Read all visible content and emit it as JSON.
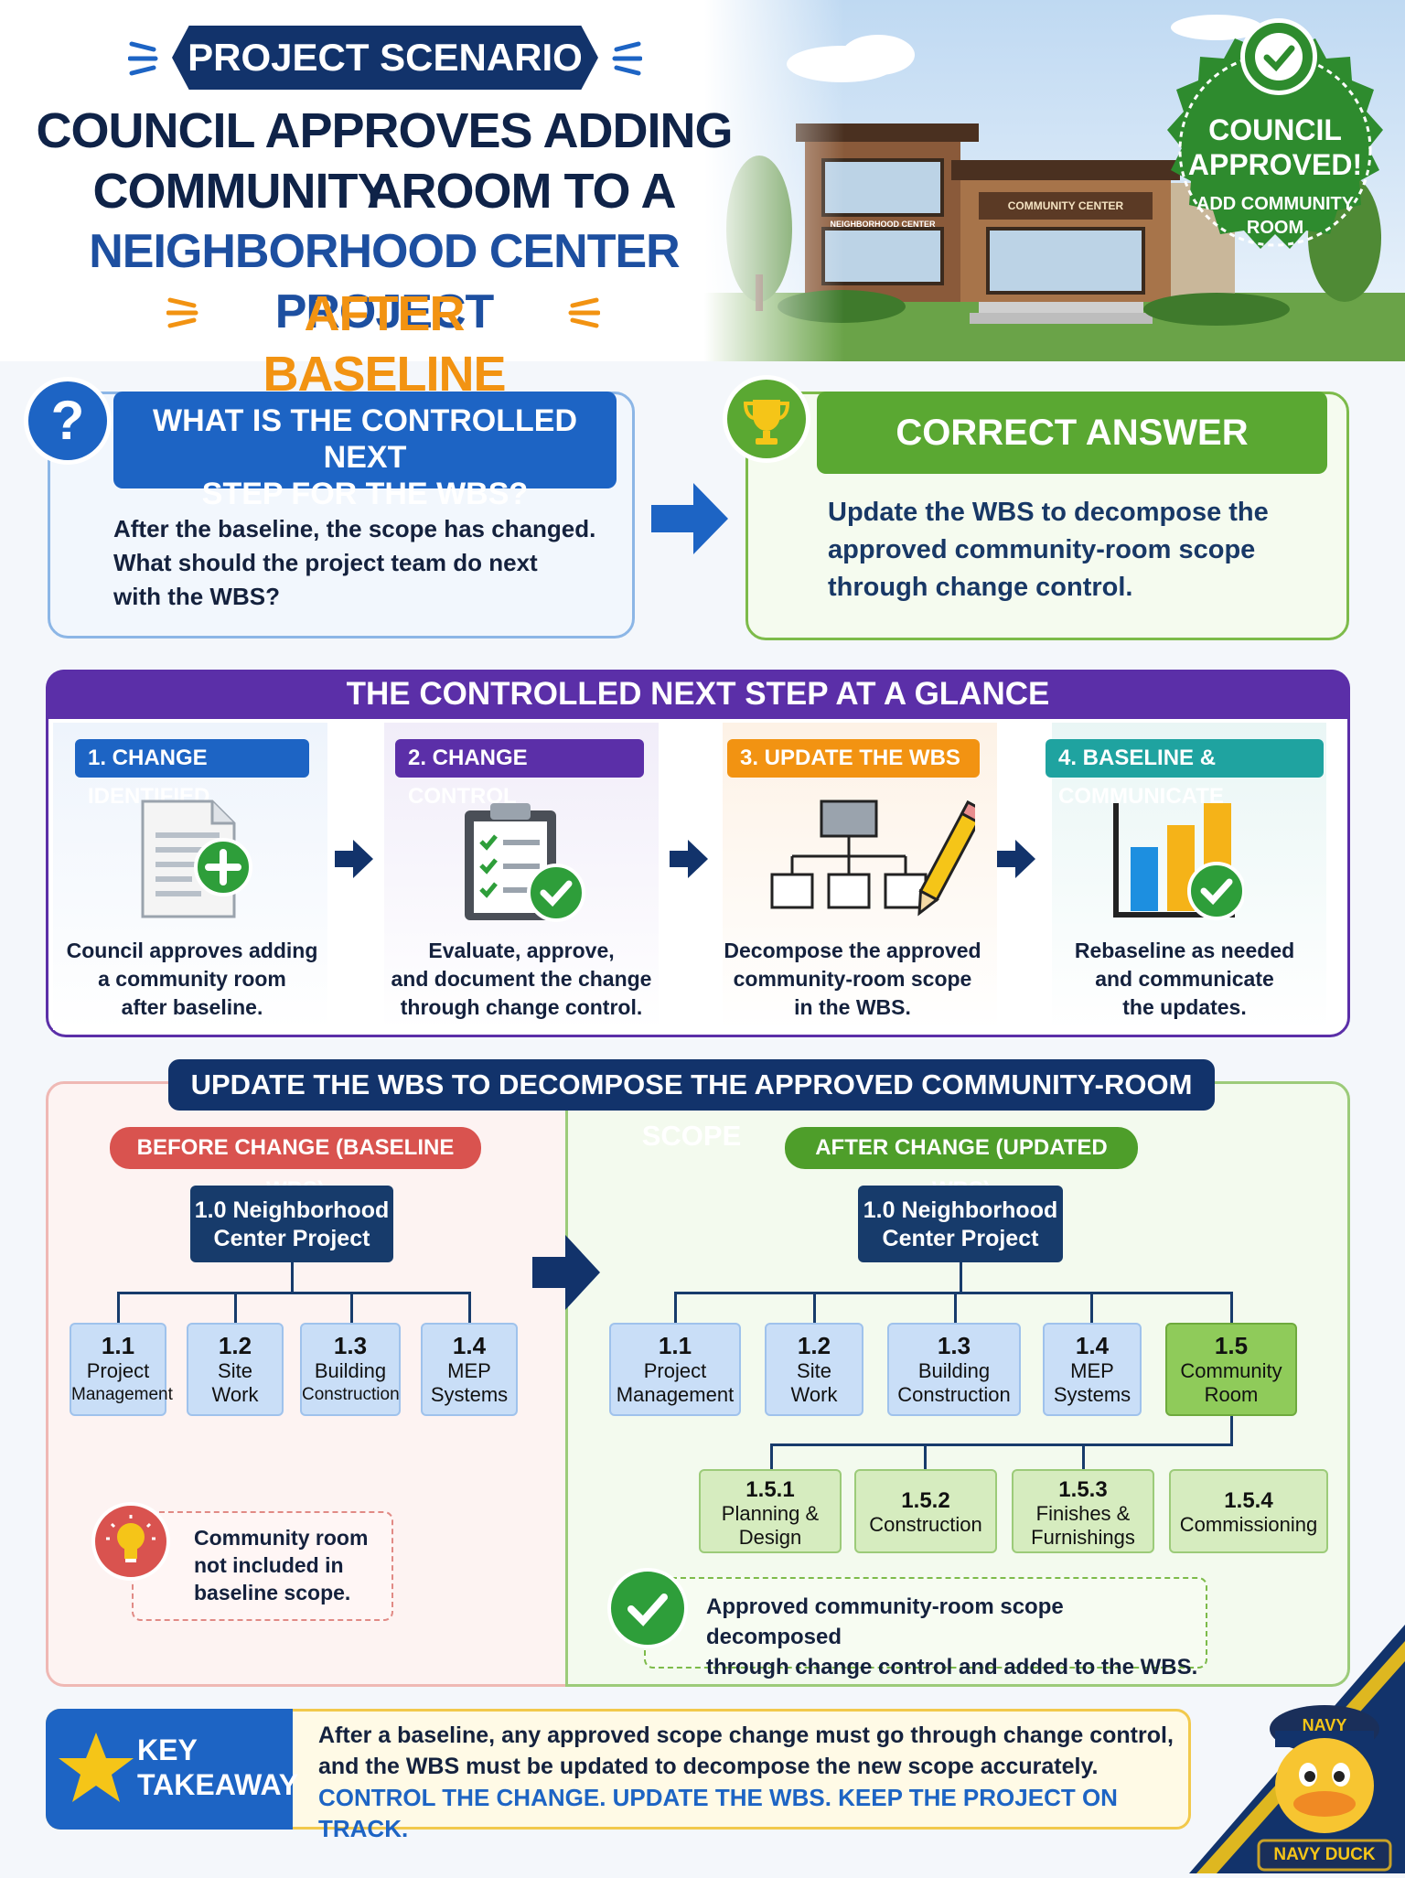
{
  "header": {
    "banner": "PROJECT SCENARIO",
    "line1": "COUNCIL APPROVES ADDING A",
    "line2": "COMMUNITY ROOM TO A",
    "line3": "NEIGHBORHOOD CENTER PROJECT",
    "line4": "AFTER BASELINE",
    "building_sign_1": "NEIGHBORHOOD CENTER",
    "building_sign_2": "COMMUNITY CENTER"
  },
  "badge": {
    "line1": "COUNCIL",
    "line2": "APPROVED!",
    "line3": "ADD COMMUNITY",
    "line4": "ROOM"
  },
  "question": {
    "title_1": "WHAT IS THE CONTROLLED NEXT",
    "title_2": "STEP FOR THE WBS?",
    "body_1": "After the baseline, the scope has changed.",
    "body_2": "What should the project team do next",
    "body_3": "with the WBS?"
  },
  "answer": {
    "title": "CORRECT ANSWER",
    "body_1": "Update the WBS to decompose the",
    "body_2": "approved community-room scope",
    "body_3": "through change control."
  },
  "glance": {
    "title": "THE CONTROLLED NEXT STEP AT A GLANCE",
    "steps": [
      {
        "label": "1. CHANGE IDENTIFIED",
        "d1": "Council approves adding",
        "d2": "a community room",
        "d3": "after baseline."
      },
      {
        "label": "2. CHANGE CONTROL",
        "d1": "Evaluate, approve,",
        "d2": "and document the change",
        "d3": "through change control."
      },
      {
        "label": "3. UPDATE THE WBS",
        "d1": "Decompose the approved",
        "d2": "community-room scope",
        "d3": "in the WBS."
      },
      {
        "label": "4. BASELINE & COMMUNICATE",
        "d1": "Rebaseline as needed",
        "d2": "and communicate",
        "d3": "the updates."
      }
    ]
  },
  "wbs": {
    "title": "UPDATE THE WBS TO DECOMPOSE THE APPROVED COMMUNITY-ROOM SCOPE",
    "before_label": "BEFORE CHANGE (BASELINE WBS)",
    "after_label": "AFTER CHANGE (UPDATED WBS)",
    "root_1": "1.0 Neighborhood",
    "root_2": "Center Project",
    "before_children": [
      {
        "num": "1.1",
        "l1": "Project",
        "l2": "Management"
      },
      {
        "num": "1.2",
        "l1": "Site",
        "l2": "Work"
      },
      {
        "num": "1.3",
        "l1": "Building",
        "l2": "Construction"
      },
      {
        "num": "1.4",
        "l1": "MEP",
        "l2": "Systems"
      }
    ],
    "after_children": [
      {
        "num": "1.1",
        "l1": "Project",
        "l2": "Management"
      },
      {
        "num": "1.2",
        "l1": "Site",
        "l2": "Work"
      },
      {
        "num": "1.3",
        "l1": "Building",
        "l2": "Construction"
      },
      {
        "num": "1.4",
        "l1": "MEP",
        "l2": "Systems"
      },
      {
        "num": "1.5",
        "l1": "Community",
        "l2": "Room"
      }
    ],
    "sub_children": [
      {
        "num": "1.5.1",
        "l1": "Planning &",
        "l2": "Design"
      },
      {
        "num": "1.5.2",
        "l1": "Construction",
        "l2": ""
      },
      {
        "num": "1.5.3",
        "l1": "Finishes &",
        "l2": "Furnishings"
      },
      {
        "num": "1.5.4",
        "l1": "Commissioning",
        "l2": ""
      }
    ],
    "note_1": "Community room",
    "note_2": "not included in",
    "note_3": "baseline scope.",
    "approved_1": "Approved community-room scope decomposed",
    "approved_2": "through change control and added to the WBS."
  },
  "takeaway": {
    "label_1": "KEY",
    "label_2": "TAKEAWAY",
    "body_1": "After a baseline, any approved scope change must go through change control,",
    "body_2": "and the WBS must be updated to decompose the new scope accurately.",
    "slogan": "CONTROL THE CHANGE. UPDATE THE WBS. KEEP THE PROJECT ON TRACK."
  },
  "mascot": {
    "cap": "NAVY",
    "name": "NAVY DUCK"
  },
  "colors": {
    "navy": "#12336b",
    "blue": "#1d64c4",
    "green": "#5aa832",
    "orange": "#f29312",
    "purple": "#5b2fa8",
    "teal": "#1fa3a0",
    "red": "#d9534f"
  }
}
